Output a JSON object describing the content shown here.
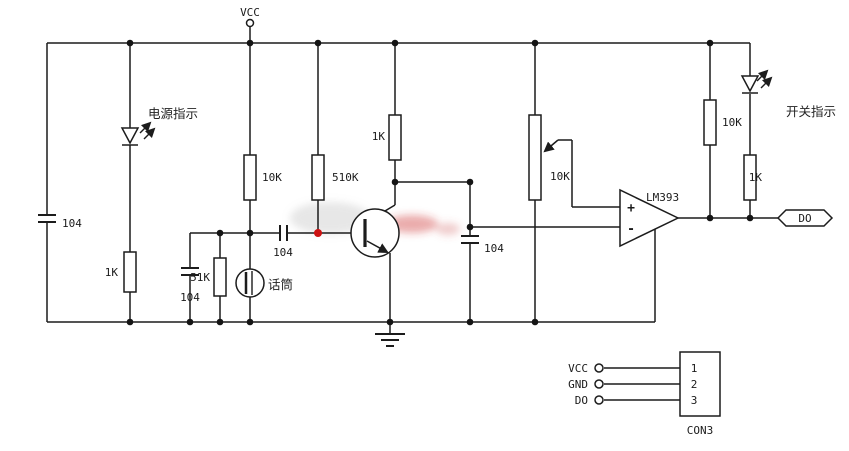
{
  "labels": {
    "vcc": "VCC",
    "power_indicator": "电源指示",
    "switch_indicator": "开关指示",
    "microphone": "话筒",
    "opamp": "LM393",
    "plus": "+",
    "minus": "-",
    "do_output": "DO"
  },
  "resistors": {
    "r1": "1K",
    "r2": "10K",
    "r3": "510K",
    "r4": "51K",
    "r5": "1K",
    "r6": "10K",
    "r7": "10K",
    "r8": "1K"
  },
  "capacitors": {
    "c1": "104",
    "c2": "104",
    "c3": "104",
    "c4": "104"
  },
  "connector": {
    "name": "CON3",
    "pin_numbers": [
      "1",
      "2",
      "3"
    ],
    "pin_labels": [
      "VCC",
      "GND",
      "DO"
    ]
  },
  "colors": {
    "wire": "#1c1c1c",
    "highlight_dot": "#cc1111",
    "background": "#ffffff"
  }
}
